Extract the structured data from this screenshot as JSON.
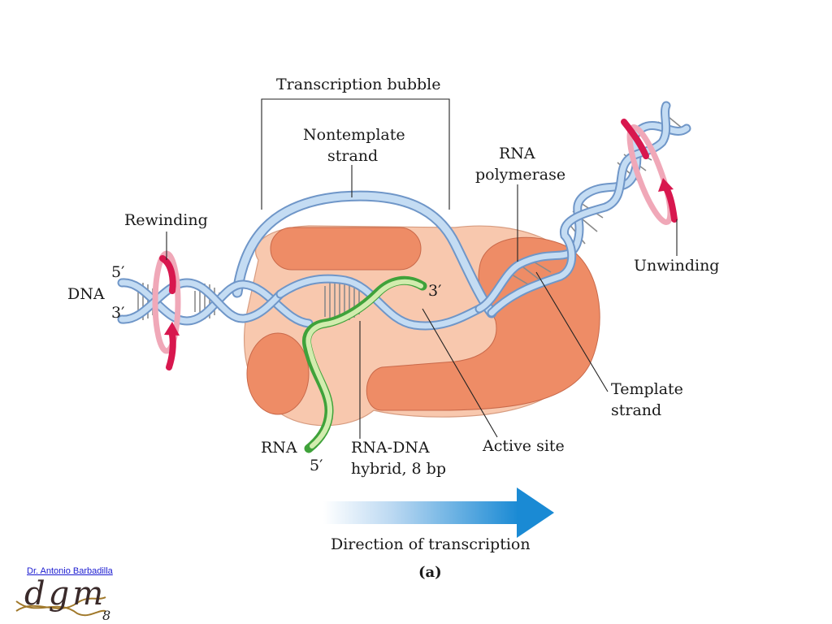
{
  "labels": {
    "transcription_bubble": "Transcription bubble",
    "nontemplate_line1": "Nontemplate",
    "nontemplate_line2": "strand",
    "rna_polymerase_line1": "RNA",
    "rna_polymerase_line2": "polymerase",
    "rewinding": "Rewinding",
    "unwinding": "Unwinding",
    "dna": "DNA",
    "dna_5prime": "5′",
    "dna_3prime": "3′",
    "rna_3prime": "3′",
    "template_line1": "Template",
    "template_line2": "strand",
    "active_site": "Active site",
    "rna": "RNA",
    "rna_5prime": "5′",
    "hybrid_line1": "RNA-DNA",
    "hybrid_line2": "hybrid, 8 bp",
    "direction": "Direction of transcription",
    "panel": "(a)"
  },
  "footer": {
    "author": "Dr. Antonio Barbadilla",
    "logo": "dgm",
    "page_number": "8"
  },
  "colors": {
    "polymerase_light": "#f8c8ae",
    "polymerase_dark": "#ee8c66",
    "dna_strand": "#9bbce0",
    "rna_strand": "#6dbf5a",
    "rotation_arrow": "#d8174e",
    "direction_arrow": "#1a8ad4"
  }
}
